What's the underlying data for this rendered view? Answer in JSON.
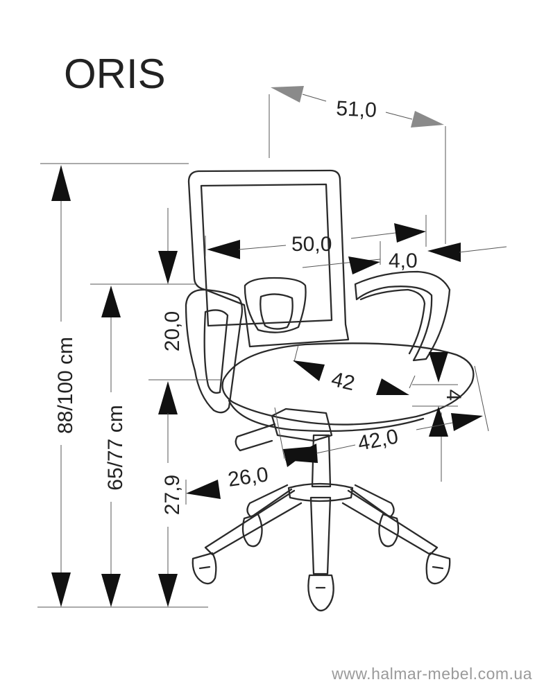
{
  "title": "ORIS",
  "website": "www.halmar-mebel.com.ua",
  "dimensions": {
    "overall_depth": "51,0",
    "seat_width_back": "50,0",
    "back_offset": "4,0",
    "backrest_height": "20,0",
    "seat_depth": "42",
    "seat_thickness": "4",
    "seat_width": "42,0",
    "base_radius": "26,0",
    "total_height": "88/100 cm",
    "seat_height": "65/77 cm",
    "lower_height": "27,9"
  }
}
